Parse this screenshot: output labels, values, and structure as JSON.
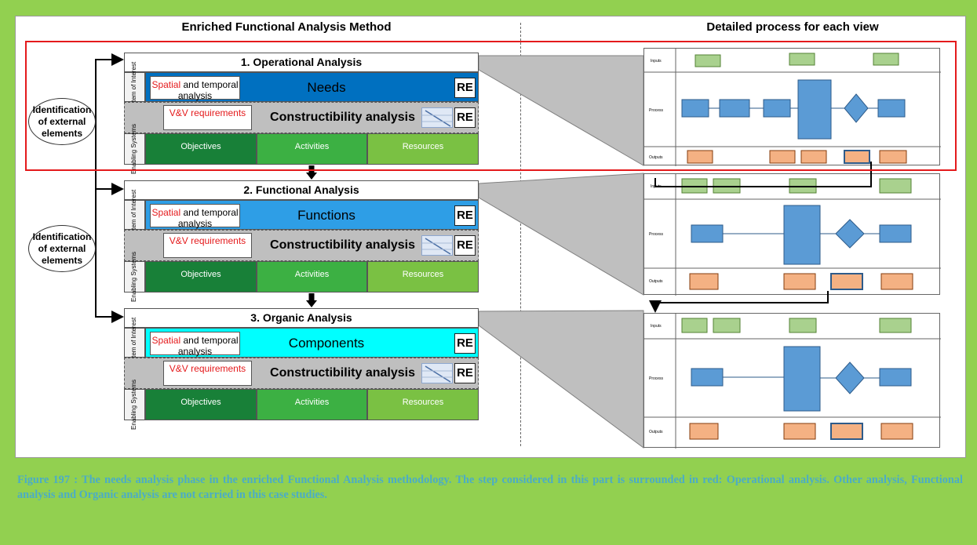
{
  "headings": {
    "left": "Enriched Functional Analysis Method",
    "right": "Detailed process for each view"
  },
  "external": {
    "line1": "Identification",
    "line2": "of external",
    "line3": "elements"
  },
  "phases": [
    {
      "title": "1. Operational Analysis",
      "soi_label": "System of Interest",
      "spatial_red": "Spatial",
      "spatial_rest": " and temporal analysis",
      "band": "Needs",
      "band_color": "#0070c0",
      "re": "RE",
      "vv": "V&V requirements",
      "constructibility": "Constructibility analysis",
      "enabling_label": "Enabling Systems",
      "enabling": [
        "Objectives",
        "Activities",
        "Resources"
      ]
    },
    {
      "title": "2. Functional Analysis",
      "soi_label": "System of Interest",
      "spatial_red": "Spatial",
      "spatial_rest": " and temporal analysis",
      "band": "Functions",
      "band_color": "#2e9ee6",
      "re": "RE",
      "vv": "V&V requirements",
      "constructibility": "Constructibility analysis",
      "enabling_label": "Enabling Systems",
      "enabling": [
        "Objectives",
        "Activities",
        "Resources"
      ]
    },
    {
      "title": "3. Organic Analysis",
      "soi_label": "System of Interest",
      "spatial_red": "Spatial",
      "spatial_rest": " and temporal analysis",
      "band": "Components",
      "band_color": "#00ffff",
      "re": "RE",
      "vv": "V&V requirements",
      "constructibility": "Constructibility analysis",
      "enabling_label": "Enabling Systems",
      "enabling": [
        "Objectives",
        "Activities",
        "Resources"
      ]
    }
  ],
  "colors": {
    "enabling": [
      "#188038",
      "#3cb043",
      "#7ac143"
    ],
    "frame": "#92d050",
    "highlight": "#e41a1c",
    "caption": "#4bacc6"
  },
  "process_rows": [
    "Inputs",
    "Process",
    "Outputs"
  ],
  "caption": "Figure 197 : The needs analysis phase in the enriched Functional Analysis methodology. The step considered in this part is surrounded in red: Operational analysis. Other analysis, Functional analysis and Organic analysis are not carried in this case studies."
}
